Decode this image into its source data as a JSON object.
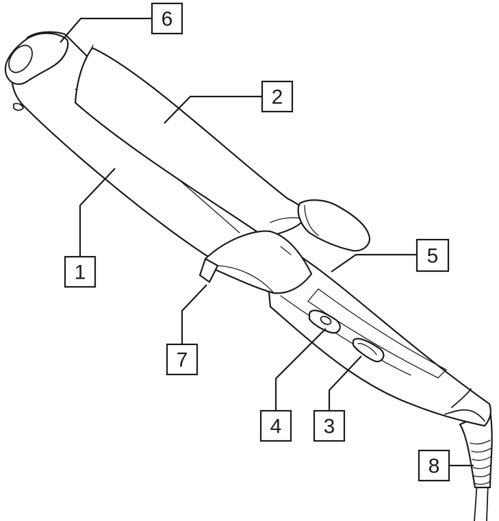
{
  "labels": {
    "barrel": "1",
    "clamp": "2",
    "temperature_display": "3",
    "power_switch": "4",
    "clamp_lever": "5",
    "cool_tip": "6",
    "stand": "7",
    "swivel_cord": "8"
  }
}
